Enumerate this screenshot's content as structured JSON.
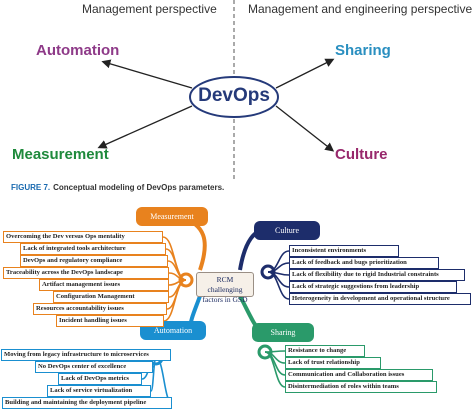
{
  "fig7": {
    "left_heading": "Management perspective",
    "right_heading": "Management and engineering perspective",
    "hub": "DevOps",
    "params": {
      "automation": "Automation",
      "sharing": "Sharing",
      "measurement": "Measurement",
      "culture": "Culture"
    },
    "colors": {
      "automation": "#8e3a88",
      "sharing": "#2a8fc0",
      "measurement": "#1f8a3c",
      "culture": "#98286c",
      "hub": "#253a7a"
    }
  },
  "caption": {
    "label": "FIGURE 7.",
    "text": "Conceptual modeling of DevOps parameters."
  },
  "mindmap": {
    "center": [
      "RCM challenging",
      "factors in GSD"
    ],
    "measurement": {
      "title": "Measurement",
      "color": "#e8821e",
      "items": [
        "Overcoming the Dev versus Ops mentality",
        "Lack of integrated tools architecture",
        "DevOps and regulatory compliance",
        "Traceability across the DevOps landscape",
        "Artifact management issues",
        "Configuration Management",
        "Resources accountability issues",
        "Incident handling issues"
      ]
    },
    "culture": {
      "title": "Culture",
      "color": "#1d2d6b",
      "items": [
        "Inconsistent environments",
        "Lack of feedback and bugs prioritization",
        "Lack of flexibility due to rigid Industrial constraints",
        "Lack of strategic suggestions from leadership",
        "Heterogeneity in development and operational structure"
      ]
    },
    "automation": {
      "title": "Automation",
      "color": "#1a8fd0",
      "items": [
        "Moving from legacy infrastructure to microservices",
        "No DevOps center of excellence",
        "Lack of DevOps metrics",
        "Lack of service virtualization",
        "Building and maintaining the deployment pipeline"
      ]
    },
    "sharing": {
      "title": "Sharing",
      "color": "#2a9a6a",
      "items": [
        "Resistance to change",
        "Lack of trust relationship",
        "Communication and Collaboration issues",
        "Disintermediation of roles within teams"
      ]
    }
  }
}
